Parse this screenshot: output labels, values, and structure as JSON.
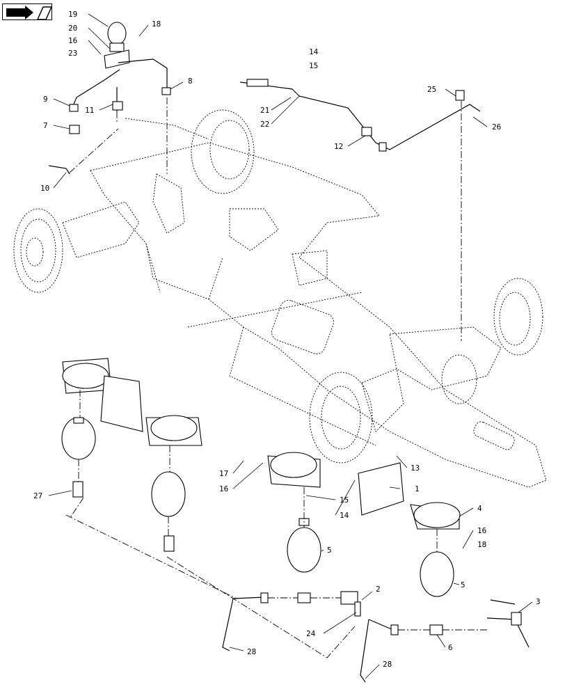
{
  "nav": {
    "icon": "return-arrow-icon"
  },
  "callouts": [
    {
      "id": "c19a",
      "label": "19"
    },
    {
      "id": "c18a",
      "label": "18"
    },
    {
      "id": "c20",
      "label": "20"
    },
    {
      "id": "c16a",
      "label": "16"
    },
    {
      "id": "c23",
      "label": "23"
    },
    {
      "id": "c9",
      "label": "9"
    },
    {
      "id": "c8",
      "label": "8"
    },
    {
      "id": "c11",
      "label": "11"
    },
    {
      "id": "c7",
      "label": "7"
    },
    {
      "id": "c10",
      "label": "10"
    },
    {
      "id": "c14a",
      "label": "14"
    },
    {
      "id": "c15a",
      "label": "15"
    },
    {
      "id": "c21",
      "label": "21"
    },
    {
      "id": "c22",
      "label": "22"
    },
    {
      "id": "c25",
      "label": "25"
    },
    {
      "id": "c26",
      "label": "26"
    },
    {
      "id": "c12",
      "label": "12"
    },
    {
      "id": "c13",
      "label": "13"
    },
    {
      "id": "c17",
      "label": "17"
    },
    {
      "id": "c16b",
      "label": "16"
    },
    {
      "id": "c1",
      "label": "1"
    },
    {
      "id": "c27",
      "label": "27"
    },
    {
      "id": "c15b",
      "label": "15"
    },
    {
      "id": "c14b",
      "label": "14"
    },
    {
      "id": "c4",
      "label": "4"
    },
    {
      "id": "c16c",
      "label": "16"
    },
    {
      "id": "c18b",
      "label": "18"
    },
    {
      "id": "c5a",
      "label": "5"
    },
    {
      "id": "c5b",
      "label": "5"
    },
    {
      "id": "c2",
      "label": "2"
    },
    {
      "id": "c3",
      "label": "3"
    },
    {
      "id": "c24",
      "label": "24"
    },
    {
      "id": "c6",
      "label": "6"
    },
    {
      "id": "c28a",
      "label": "28"
    },
    {
      "id": "c28b",
      "label": "28"
    }
  ]
}
